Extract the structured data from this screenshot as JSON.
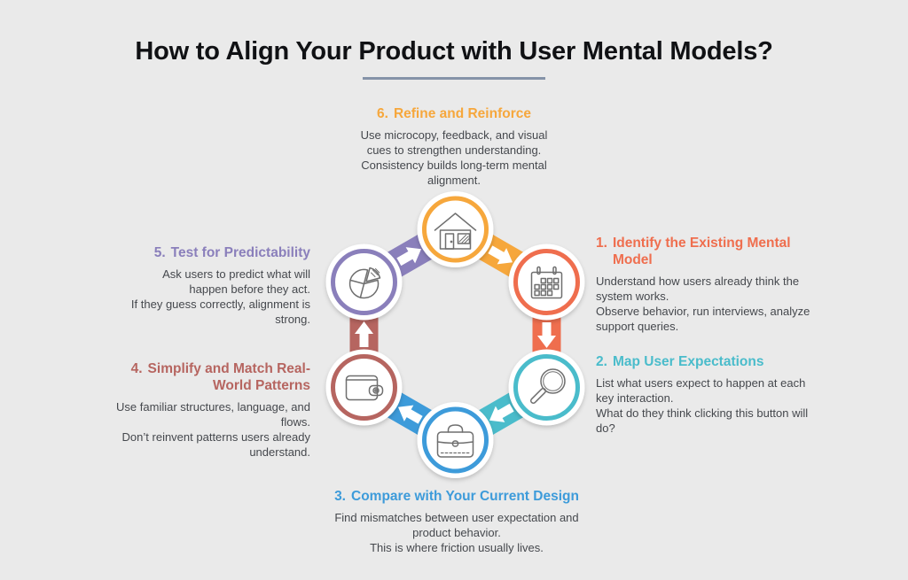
{
  "title": "How to Align Your Product with User Mental Models?",
  "colors": {
    "background": "#eaeaea",
    "title_text": "#101114",
    "underline": "#8593a8",
    "body_text": "#45484d",
    "icon_stroke": "#6f6f6f",
    "arrow": "#ffffff"
  },
  "steps": [
    {
      "number": "1.",
      "title": "Identify the Existing Mental\nModel",
      "body": "Understand how users already think the\nsystem works.\nObserve behavior, run interviews, analyze\nsupport queries.",
      "color": "#ef6e4e",
      "icon": "calendar-icon",
      "position": "upper-right"
    },
    {
      "number": "2.",
      "title": "Map User Expectations",
      "body": "List what users expect to happen at each\nkey interaction.\nWhat do they think clicking this button will\ndo?",
      "color": "#4abccb",
      "icon": "magnifier-icon",
      "position": "lower-right"
    },
    {
      "number": "3.",
      "title": "Compare with Your Current Design",
      "body": "Find mismatches between user expectation and\nproduct behavior.\nThis is where friction usually lives.",
      "color": "#3d9bda",
      "icon": "briefcase-icon",
      "position": "bottom"
    },
    {
      "number": "4.",
      "title": "Simplify and Match Real-\nWorld Patterns",
      "body": "Use familiar structures, language, and\nflows.\nDon’t reinvent patterns users already\nunderstand.",
      "color": "#b66560",
      "icon": "wallet-icon",
      "position": "lower-left"
    },
    {
      "number": "5.",
      "title": "Test for Predictability",
      "body": "Ask users to predict what will\nhappen before they act.\nIf they guess correctly, alignment is\nstrong.",
      "color": "#8a7fbb",
      "icon": "pie-chart-icon",
      "position": "upper-left"
    },
    {
      "number": "6.",
      "title": "Refine and Reinforce",
      "body": "Use microcopy, feedback, and visual\ncues to strengthen understanding.\nConsistency builds long-term mental\nalignment.",
      "color": "#f6a73c",
      "icon": "house-icon",
      "position": "top"
    }
  ]
}
